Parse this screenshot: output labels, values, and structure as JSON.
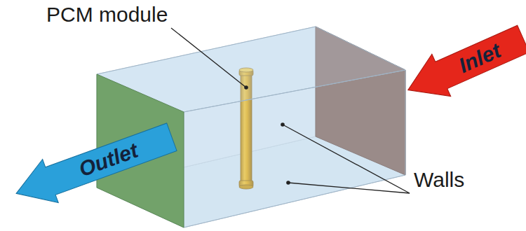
{
  "diagram": {
    "nodes": [
      {
        "text": [
          "Inlet"
        ]
      },
      {
        "text": [
          "Outlet"
        ]
      }
    ],
    "labels": [
      "PCM module",
      "Walls"
    ]
  }
}
